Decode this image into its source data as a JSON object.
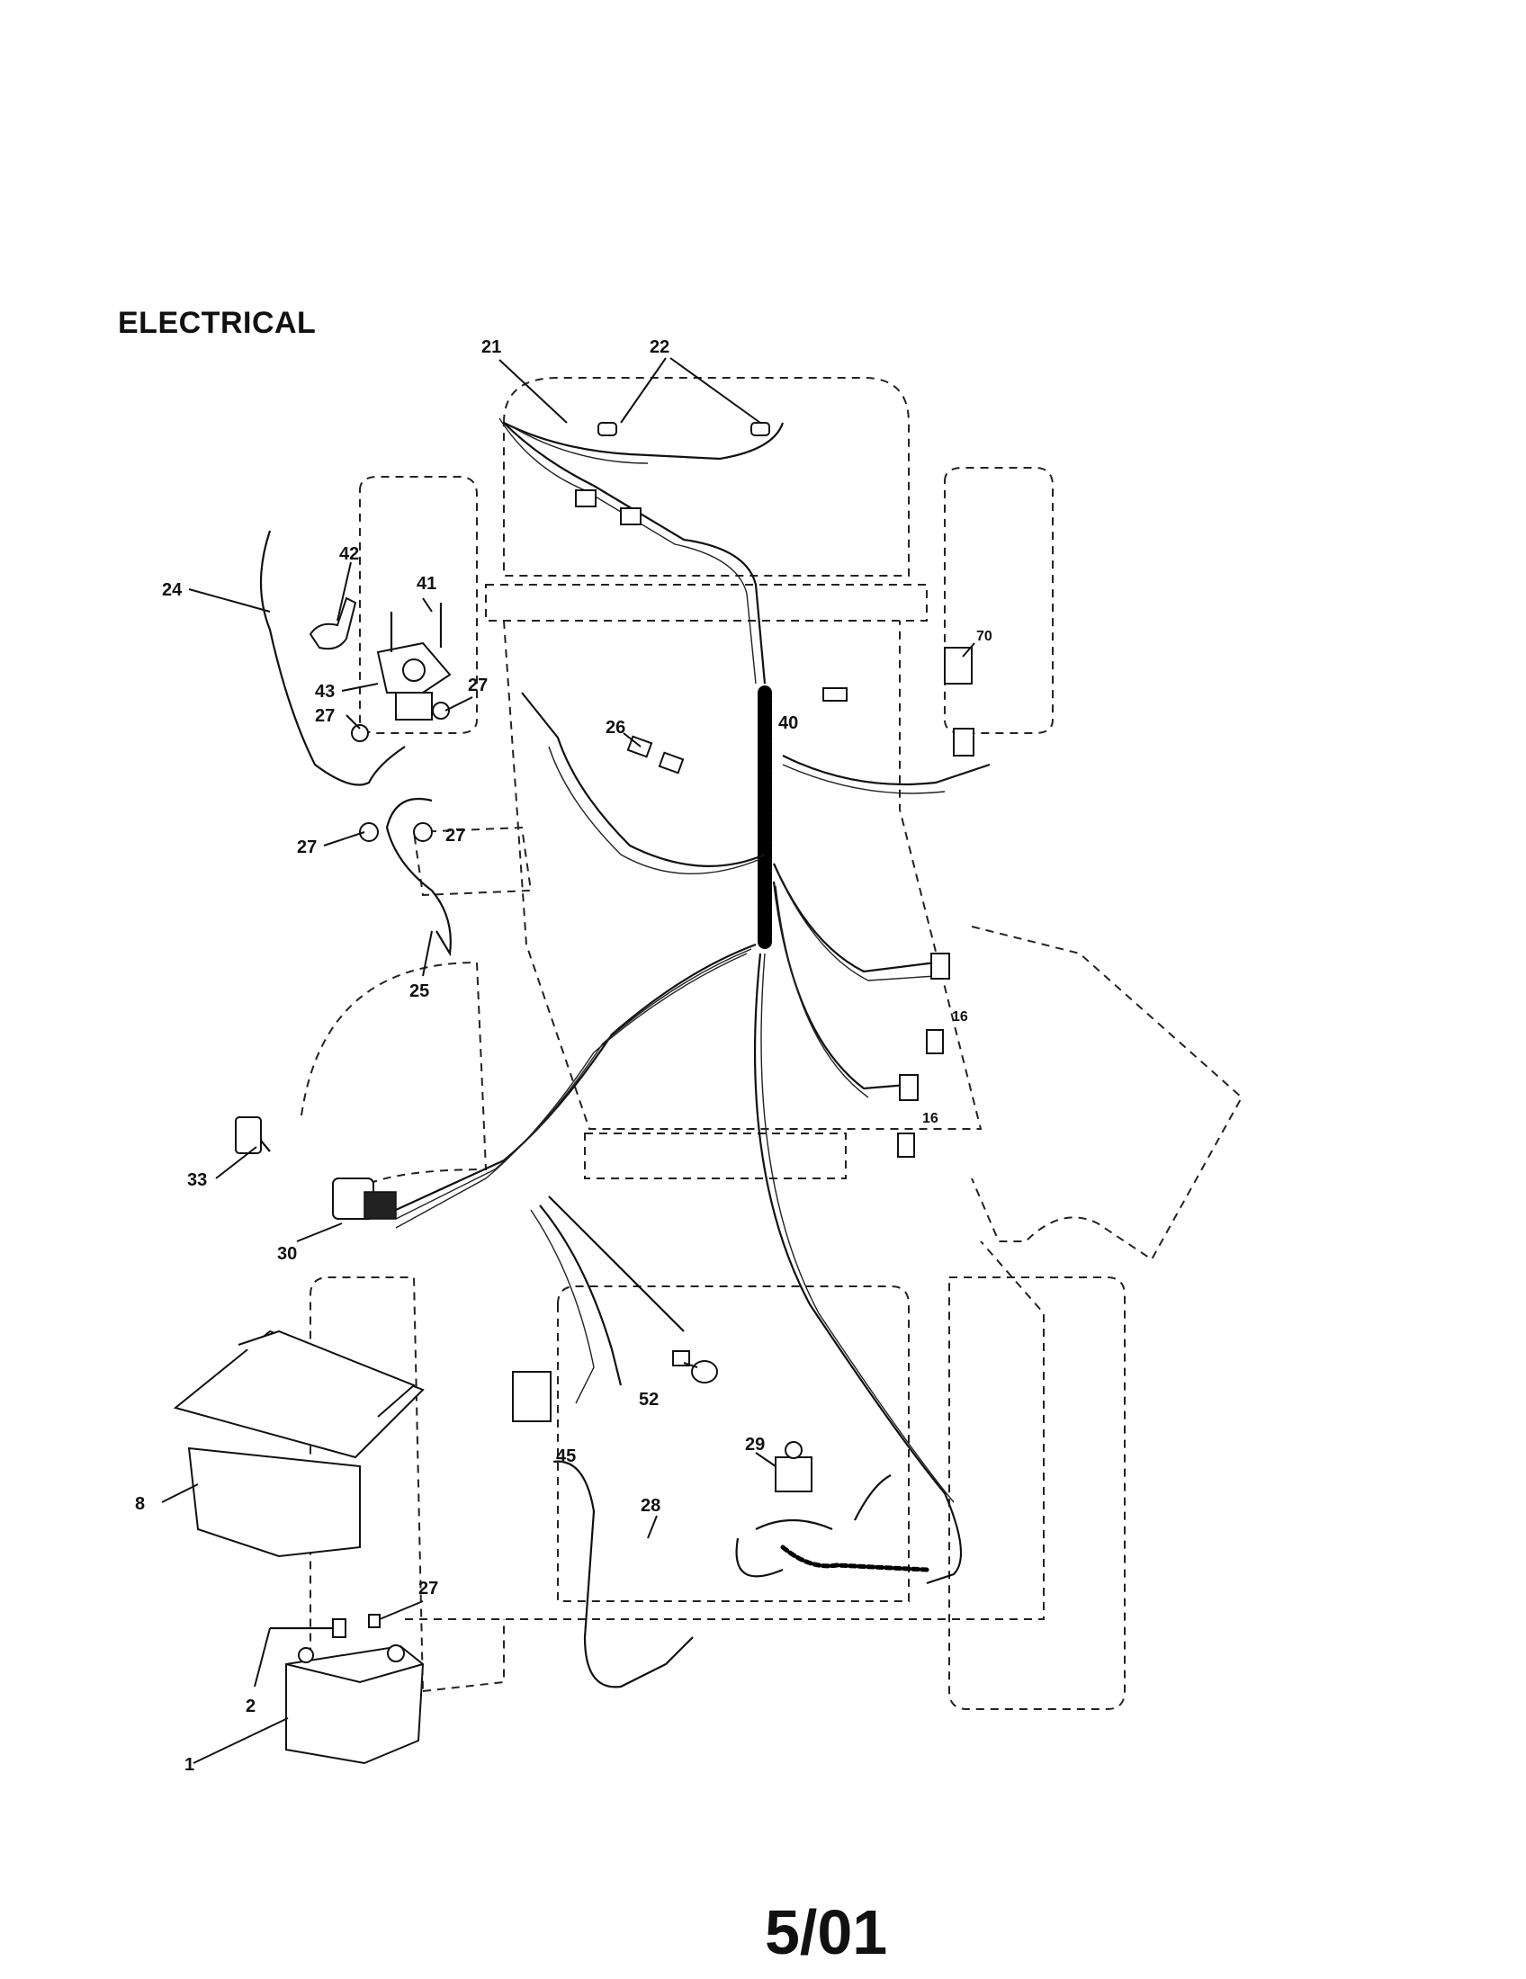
{
  "title": "ELECTRICAL",
  "footer": "5/01",
  "labels": {
    "l1": "1",
    "l2": "2",
    "l8": "8",
    "l16a": "16",
    "l16b": "16",
    "l21": "21",
    "l22": "22",
    "l24": "24",
    "l25": "25",
    "l26": "26",
    "l27a": "27",
    "l27b": "27",
    "l27c": "27",
    "l27d": "27",
    "l27e": "27",
    "l28": "28",
    "l29": "29",
    "l30": "30",
    "l33": "33",
    "l40": "40",
    "l41": "41",
    "l42": "42",
    "l43": "43",
    "l45": "45",
    "l52": "52",
    "l70": "70"
  }
}
